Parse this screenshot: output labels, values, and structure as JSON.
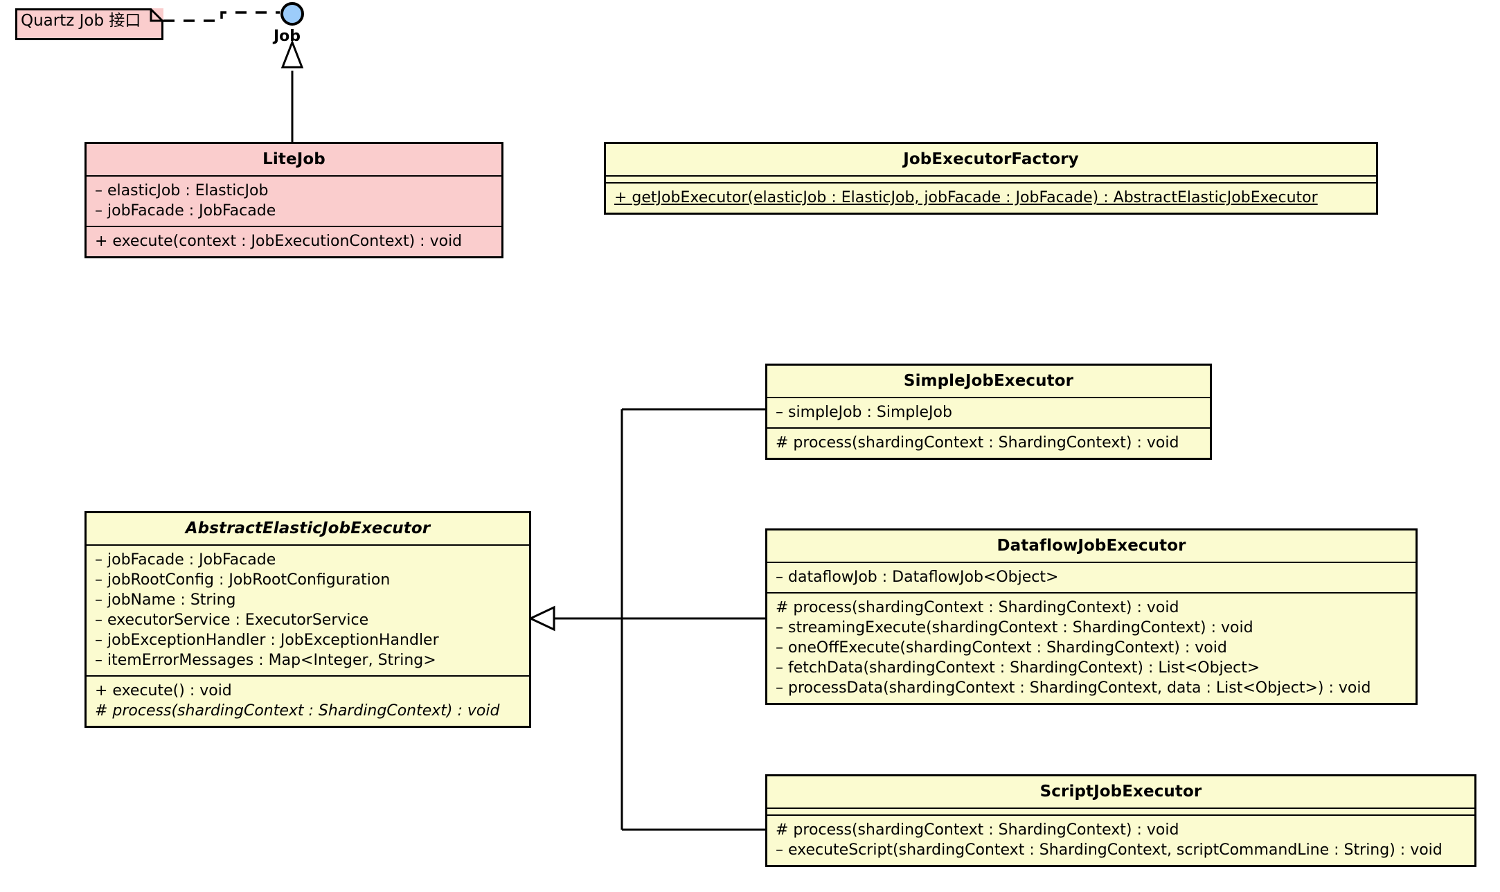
{
  "diagram": {
    "title": "Elastic-Job executor class diagram",
    "colors": {
      "note_fill": "#FACDCD",
      "class_fill": "#FBFBD0",
      "interface_fill": "#9CCCFA",
      "stroke": "#000000"
    },
    "note": {
      "text": "Quartz Job 接口"
    },
    "interface": {
      "name": "Job",
      "icon": "lollipop-circle"
    },
    "classes": [
      {
        "id": "litejob",
        "name": "LiteJob",
        "abstract": false,
        "fill": "pink",
        "attributes": [
          "– elasticJob : ElasticJob",
          "– jobFacade : JobFacade"
        ],
        "methods": [
          "+ execute(context : JobExecutionContext) : void"
        ]
      },
      {
        "id": "jobexecutorfactory",
        "name": "JobExecutorFactory",
        "abstract": false,
        "fill": "yellow",
        "attributes": [],
        "methods": [
          "+ getJobExecutor(elasticJob : ElasticJob, jobFacade : JobFacade) : AbstractElasticJobExecutor"
        ],
        "methods_static": [
          true
        ]
      },
      {
        "id": "abstractelasticjobexecutor",
        "name": "AbstractElasticJobExecutor",
        "abstract": true,
        "fill": "yellow",
        "attributes": [
          "– jobFacade : JobFacade",
          "– jobRootConfig : JobRootConfiguration",
          "– jobName : String",
          "– executorService : ExecutorService",
          "– jobExceptionHandler : JobExceptionHandler",
          "– itemErrorMessages : Map<Integer, String>"
        ],
        "methods": [
          "+ execute() : void",
          "# process(shardingContext : ShardingContext) : void"
        ],
        "methods_abstract": [
          false,
          true
        ]
      },
      {
        "id": "simplejobexecutor",
        "name": "SimpleJobExecutor",
        "abstract": false,
        "fill": "yellow",
        "attributes": [
          "– simpleJob : SimpleJob"
        ],
        "methods": [
          "# process(shardingContext : ShardingContext) : void"
        ]
      },
      {
        "id": "dataflowjobexecutor",
        "name": "DataflowJobExecutor",
        "abstract": false,
        "fill": "yellow",
        "attributes": [
          "– dataflowJob : DataflowJob<Object>"
        ],
        "methods": [
          "# process(shardingContext : ShardingContext) : void",
          "– streamingExecute(shardingContext : ShardingContext) : void",
          "– oneOffExecute(shardingContext : ShardingContext) : void",
          "– fetchData(shardingContext : ShardingContext) : List<Object>",
          "– processData(shardingContext : ShardingContext, data : List<Object>) : void"
        ]
      },
      {
        "id": "scriptjobexecutor",
        "name": "ScriptJobExecutor",
        "abstract": false,
        "fill": "yellow",
        "attributes": [],
        "methods": [
          "# process(shardingContext : ShardingContext) : void",
          "– executeScript(shardingContext : ShardingContext, scriptCommandLine : String) : void"
        ]
      }
    ],
    "relations": [
      {
        "type": "realization-dashed",
        "from": "note",
        "to": "interface"
      },
      {
        "type": "generalization",
        "from": "litejob",
        "to": "interface"
      },
      {
        "type": "generalization",
        "from": "simplejobexecutor",
        "to": "abstractelasticjobexecutor"
      },
      {
        "type": "generalization",
        "from": "dataflowjobexecutor",
        "to": "abstractelasticjobexecutor"
      },
      {
        "type": "generalization",
        "from": "scriptjobexecutor",
        "to": "abstractelasticjobexecutor"
      }
    ]
  }
}
